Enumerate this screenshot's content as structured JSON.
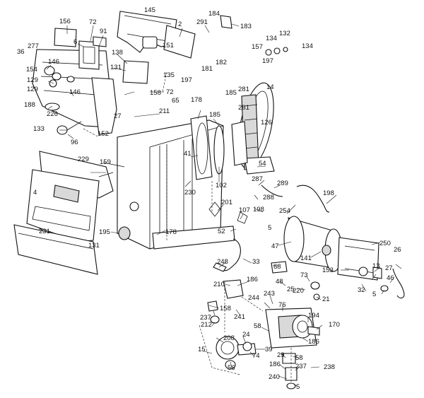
{
  "diagram": {
    "callouts": [
      {
        "id": "c156",
        "label": "156"
      },
      {
        "id": "c72a",
        "label": "72"
      },
      {
        "id": "c91",
        "label": "91"
      },
      {
        "id": "c6",
        "label": "6"
      },
      {
        "id": "c145",
        "label": "145"
      },
      {
        "id": "c2",
        "label": "2"
      },
      {
        "id": "c291",
        "label": "291"
      },
      {
        "id": "c184",
        "label": "184"
      },
      {
        "id": "c183",
        "label": "183"
      },
      {
        "id": "c151",
        "label": "151"
      },
      {
        "id": "c134a",
        "label": "134"
      },
      {
        "id": "c132",
        "label": "132"
      },
      {
        "id": "c157",
        "label": "157"
      },
      {
        "id": "c134b",
        "label": "134"
      },
      {
        "id": "c277",
        "label": "277"
      },
      {
        "id": "c36",
        "label": "36"
      },
      {
        "id": "c154",
        "label": "154"
      },
      {
        "id": "c146a",
        "label": "146"
      },
      {
        "id": "c129a",
        "label": "129"
      },
      {
        "id": "c138",
        "label": "138"
      },
      {
        "id": "c131a",
        "label": "131"
      },
      {
        "id": "c135",
        "label": "135"
      },
      {
        "id": "c181",
        "label": "181"
      },
      {
        "id": "c182",
        "label": "182"
      },
      {
        "id": "c197a",
        "label": "197"
      },
      {
        "id": "c197b",
        "label": "197"
      },
      {
        "id": "c14",
        "label": "14"
      },
      {
        "id": "c129b",
        "label": "129"
      },
      {
        "id": "c146b",
        "label": "146"
      },
      {
        "id": "c188",
        "label": "188"
      },
      {
        "id": "c226",
        "label": "226"
      },
      {
        "id": "c158a",
        "label": "158"
      },
      {
        "id": "c72b",
        "label": "72"
      },
      {
        "id": "c65",
        "label": "65"
      },
      {
        "id": "c27",
        "label": "27"
      },
      {
        "id": "c185a",
        "label": "185"
      },
      {
        "id": "c281a",
        "label": "281"
      },
      {
        "id": "c281b",
        "label": "281"
      },
      {
        "id": "c178a",
        "label": "178"
      },
      {
        "id": "c185b",
        "label": "185"
      },
      {
        "id": "c211",
        "label": "211"
      },
      {
        "id": "c126",
        "label": "126"
      },
      {
        "id": "c152",
        "label": "152"
      },
      {
        "id": "c133",
        "label": "133"
      },
      {
        "id": "c96",
        "label": "96"
      },
      {
        "id": "c41",
        "label": "41"
      },
      {
        "id": "c54",
        "label": "54"
      },
      {
        "id": "c229",
        "label": "229"
      },
      {
        "id": "c159",
        "label": "159"
      },
      {
        "id": "c287",
        "label": "287"
      },
      {
        "id": "c289",
        "label": "289"
      },
      {
        "id": "c198a",
        "label": "198"
      },
      {
        "id": "c4",
        "label": "4"
      },
      {
        "id": "c230",
        "label": "230"
      },
      {
        "id": "c102",
        "label": "102"
      },
      {
        "id": "c288",
        "label": "288"
      },
      {
        "id": "c254",
        "label": "254"
      },
      {
        "id": "c201",
        "label": "201"
      },
      {
        "id": "c198b",
        "label": "198"
      },
      {
        "id": "c107",
        "label": "107"
      },
      {
        "id": "c5a",
        "label": "5"
      },
      {
        "id": "c231",
        "label": "231"
      },
      {
        "id": "c195",
        "label": "195"
      },
      {
        "id": "c178b",
        "label": "178"
      },
      {
        "id": "c52",
        "label": "52"
      },
      {
        "id": "c47",
        "label": "47"
      },
      {
        "id": "c250",
        "label": "250"
      },
      {
        "id": "c131b",
        "label": "131"
      },
      {
        "id": "c141",
        "label": "141"
      },
      {
        "id": "c26",
        "label": "26"
      },
      {
        "id": "c248",
        "label": "248"
      },
      {
        "id": "c33",
        "label": "33"
      },
      {
        "id": "c68",
        "label": "68"
      },
      {
        "id": "c73",
        "label": "73"
      },
      {
        "id": "c153",
        "label": "153"
      },
      {
        "id": "c13",
        "label": "13"
      },
      {
        "id": "c27b",
        "label": "27"
      },
      {
        "id": "c48",
        "label": "48"
      },
      {
        "id": "c186a",
        "label": "186"
      },
      {
        "id": "c46",
        "label": "46"
      },
      {
        "id": "c210",
        "label": "210"
      },
      {
        "id": "c25",
        "label": "25"
      },
      {
        "id": "c220",
        "label": "220"
      },
      {
        "id": "c32",
        "label": "32"
      },
      {
        "id": "c5b",
        "label": "5"
      },
      {
        "id": "c243",
        "label": "243"
      },
      {
        "id": "c21",
        "label": "21"
      },
      {
        "id": "c158b",
        "label": "158"
      },
      {
        "id": "c244",
        "label": "244"
      },
      {
        "id": "c241",
        "label": "241"
      },
      {
        "id": "c76",
        "label": "76"
      },
      {
        "id": "c237a",
        "label": "237"
      },
      {
        "id": "c194",
        "label": "194"
      },
      {
        "id": "c212",
        "label": "212"
      },
      {
        "id": "c170",
        "label": "170"
      },
      {
        "id": "c58a",
        "label": "58"
      },
      {
        "id": "c24",
        "label": "24"
      },
      {
        "id": "c186b",
        "label": "186"
      },
      {
        "id": "c208",
        "label": "208"
      },
      {
        "id": "c15",
        "label": "15"
      },
      {
        "id": "c39",
        "label": "39"
      },
      {
        "id": "c74",
        "label": "74"
      },
      {
        "id": "c58b",
        "label": "58"
      },
      {
        "id": "c29",
        "label": "29"
      },
      {
        "id": "c56",
        "label": "56"
      },
      {
        "id": "c186c",
        "label": "186"
      },
      {
        "id": "c237b",
        "label": "237"
      },
      {
        "id": "c238",
        "label": "238"
      },
      {
        "id": "c240",
        "label": "240"
      },
      {
        "id": "c5c",
        "label": "5"
      }
    ]
  }
}
